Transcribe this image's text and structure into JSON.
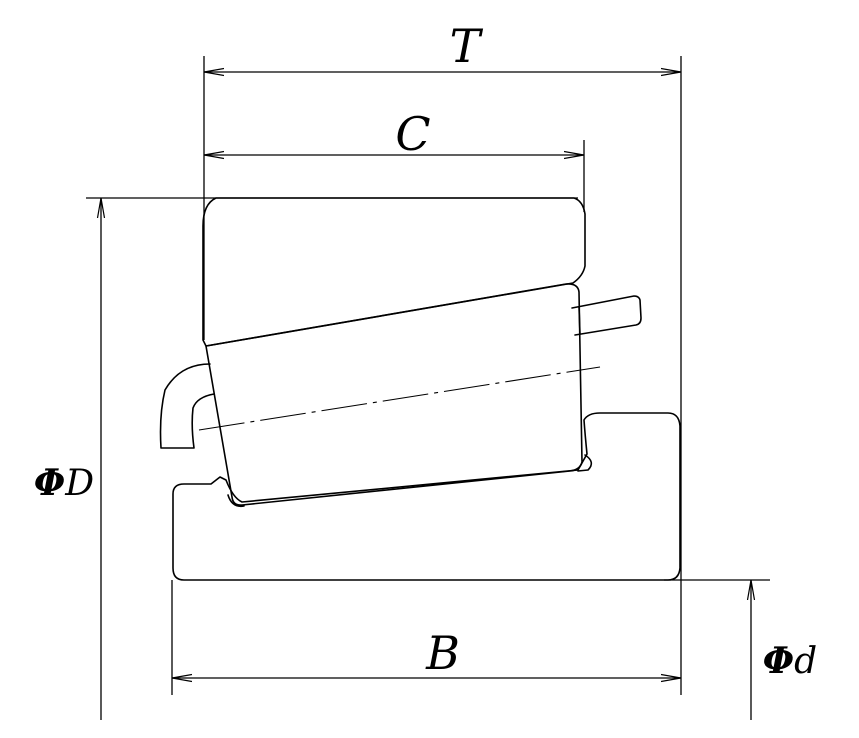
{
  "diagram": {
    "labels": {
      "T": "T",
      "C": "C",
      "D": "D",
      "d": "d",
      "B": "B",
      "phi": "Φ"
    },
    "colors": {
      "line": "#000000",
      "background": "#ffffff"
    }
  }
}
